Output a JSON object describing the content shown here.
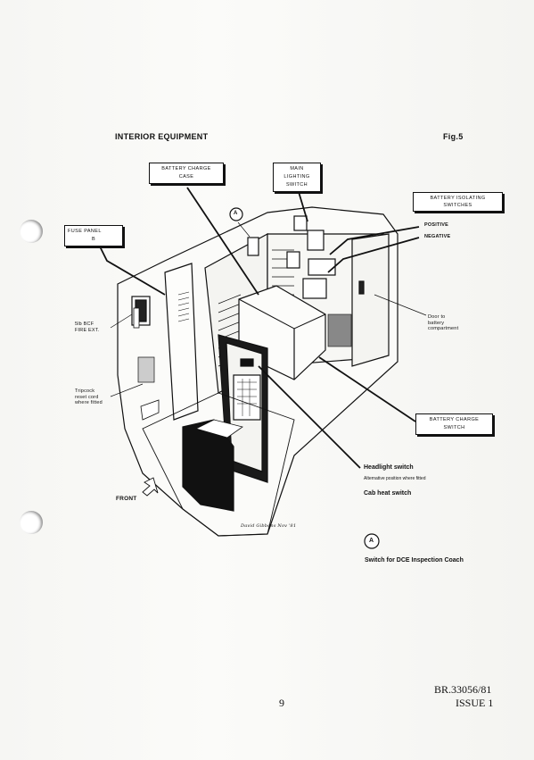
{
  "page": {
    "title": "INTERIOR EQUIPMENT",
    "figure": "Fig.5",
    "page_number": "9",
    "doc_ref": "BR.33056/81",
    "issue": "ISSUE 1"
  },
  "callouts": {
    "battery_charge_case": [
      "BATTERY CHARGE",
      "CASE"
    ],
    "main_lighting_switch": [
      "MAIN LIGHTING",
      "SWITCH"
    ],
    "battery_isolating_switches": [
      "BATTERY ISOLATING",
      "SWITCHES"
    ],
    "fuse_panel": [
      "FUSE PANEL",
      "B"
    ],
    "battery_charge_switch": [
      "BATTERY CHARGE",
      "SWITCH"
    ]
  },
  "labels": {
    "positive": "POSITIVE",
    "negative": "NEGATIVE",
    "fire_ext": [
      "5lb BCF",
      "FIRE EXT."
    ],
    "door": [
      "Door to",
      "battery",
      "compartment"
    ],
    "tripcock": [
      "Tripcock",
      "reset cord",
      "where fitted"
    ],
    "front": "FRONT",
    "marker_a": "A",
    "signature": "David Gibbons Nov '81"
  },
  "captions": {
    "headlight": "Headlight switch",
    "headlight_note": "Alternative position where fitted",
    "cab_heat": "Cab heat switch",
    "dce_marker": "A",
    "dce": "Switch for DCE Inspection Coach"
  }
}
